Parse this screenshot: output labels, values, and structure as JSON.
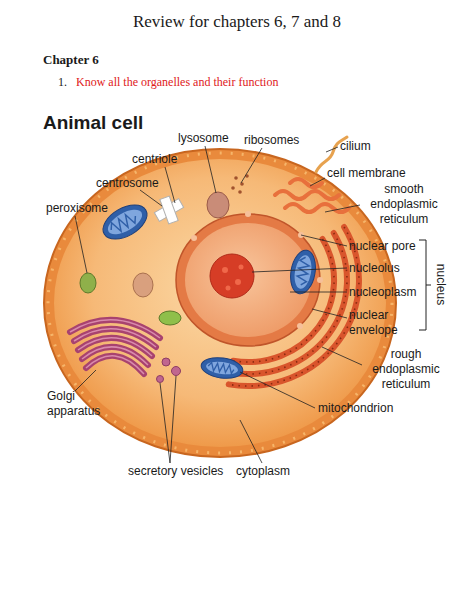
{
  "diagram": {
    "title": "Review for chapters 6, 7 and 8",
    "labels": [
      "Chapter 6",
      "1.",
      "Know all the organelles and their function",
      "Animal cell",
      "lysosome",
      "ribosomes",
      "cilium",
      "centriole",
      "cell membrane",
      "centrosome",
      "smooth endoplasmic reticulum",
      "peroxisome",
      "nuclear pore",
      "nucleolus",
      "nucleoplasm",
      "nuclear envelope",
      "nucleus",
      "rough endoplasmic reticulum",
      "Golgi apparatus",
      "mitochondrion",
      "secretory vesicles",
      "cytoplasm"
    ]
  }
}
